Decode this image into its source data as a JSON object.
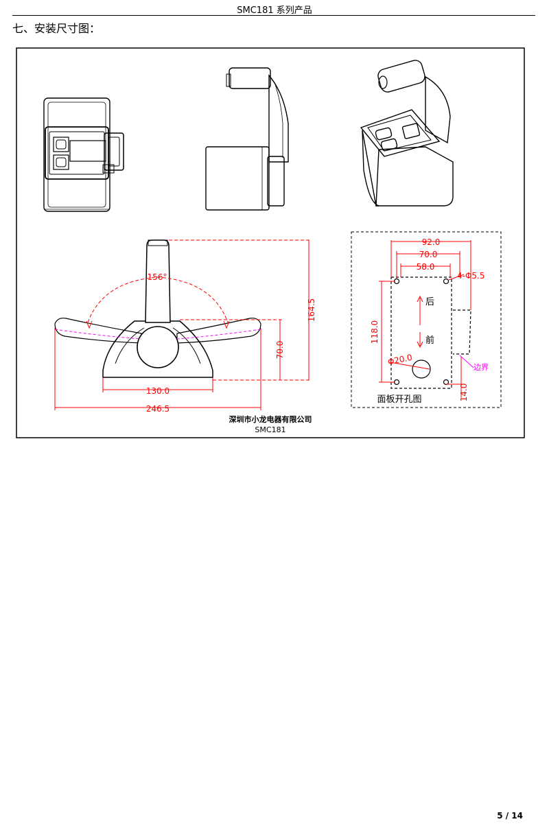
{
  "header": {
    "title": "SMC181 系列产品"
  },
  "section": {
    "title": "七、安装尺寸图："
  },
  "drawing": {
    "dimensions": {
      "angle": "156°",
      "height_total": "164.5",
      "height_base": "70.0",
      "base_width": "130.0",
      "total_width": "246.5"
    },
    "cutout": {
      "width_outer": "92.0",
      "width_mid": "70.0",
      "width_inner": "58.0",
      "hole_spec": "4-Φ5.5",
      "height": "118.0",
      "hole_diameter": "Φ20.0",
      "offset": "14.0",
      "label_back": "后",
      "label_front": "前",
      "label_boundary": "边界",
      "caption": "面板开孔图"
    },
    "company": "深圳市小龙电器有限公司",
    "model": "SMC181"
  },
  "footer": {
    "page": "5 / 14"
  },
  "colors": {
    "dimension": "#ff0000",
    "boundary": "#ff00ff",
    "outline": "#000000"
  }
}
